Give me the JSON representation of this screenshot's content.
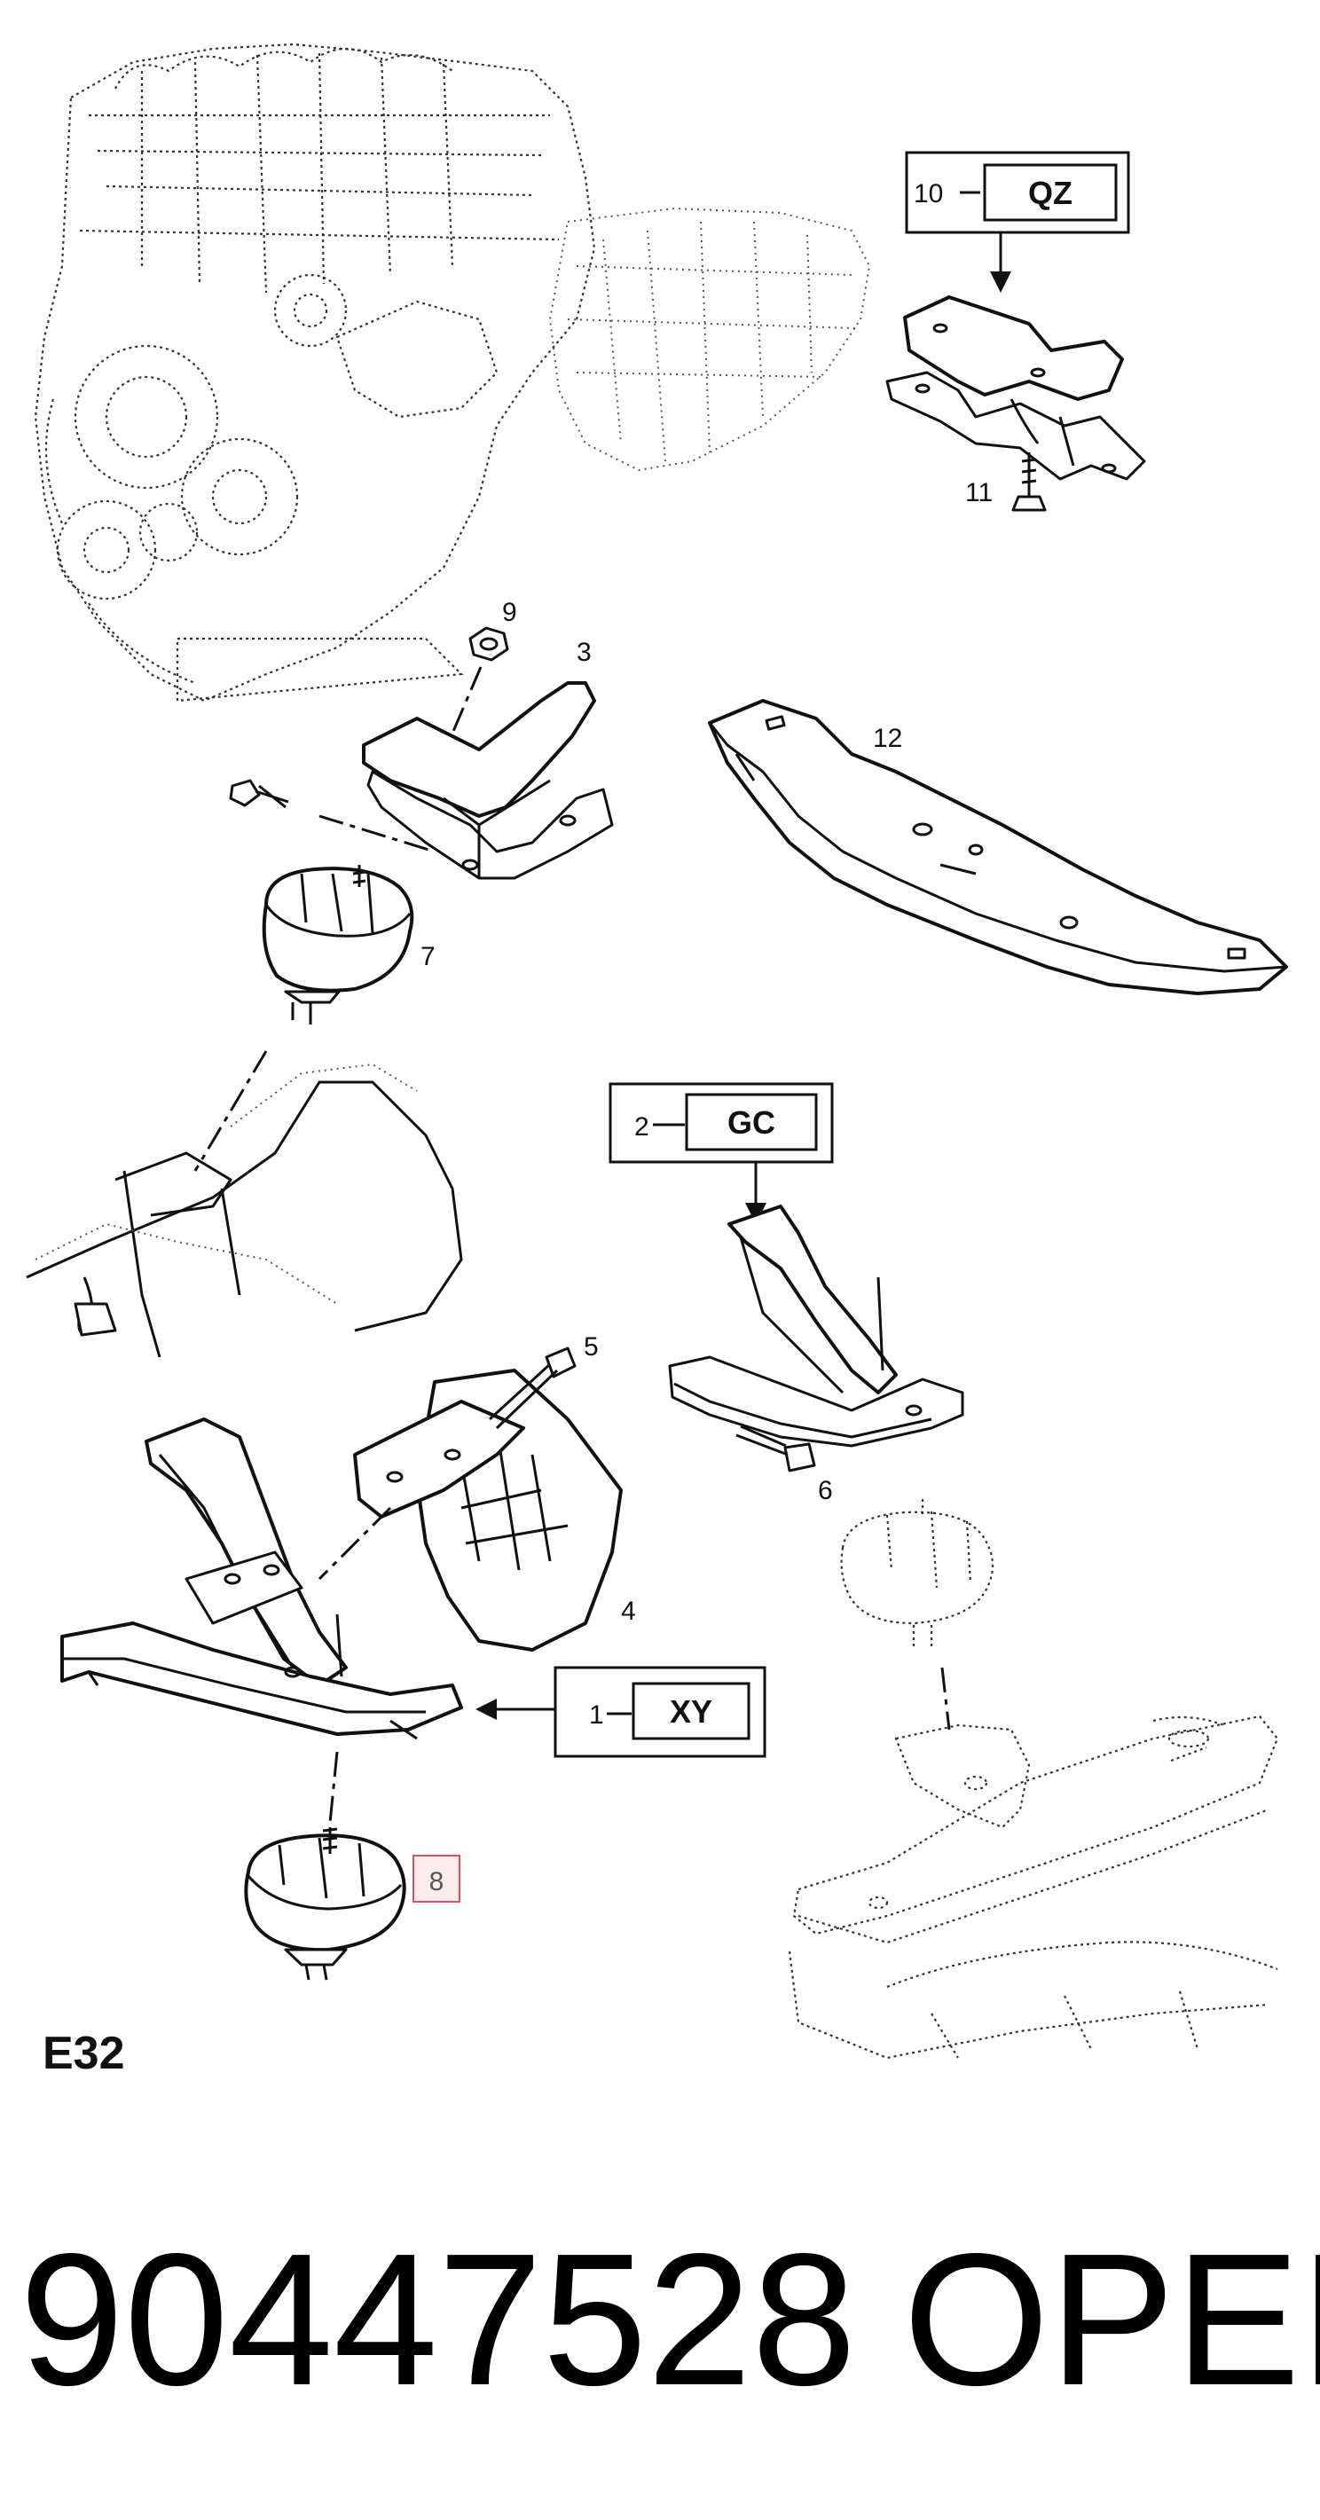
{
  "diagram": {
    "section_code": "E32",
    "part_number": "90447528",
    "brand": "OPEL",
    "callouts": [
      {
        "id": "1",
        "label": "1"
      },
      {
        "id": "2",
        "label": "2"
      },
      {
        "id": "3",
        "label": "3"
      },
      {
        "id": "4",
        "label": "4"
      },
      {
        "id": "5",
        "label": "5"
      },
      {
        "id": "6",
        "label": "6"
      },
      {
        "id": "7",
        "label": "7"
      },
      {
        "id": "8",
        "label": "8",
        "highlighted": true
      },
      {
        "id": "9",
        "label": "9"
      },
      {
        "id": "10",
        "label": "10"
      },
      {
        "id": "11",
        "label": "11"
      },
      {
        "id": "12",
        "label": "12"
      }
    ],
    "variant_codes": [
      {
        "callout": "10",
        "code": "QZ"
      },
      {
        "callout": "2",
        "code": "GC"
      },
      {
        "callout": "1",
        "code": "XY"
      }
    ],
    "highlight_color": "#d9555e"
  }
}
